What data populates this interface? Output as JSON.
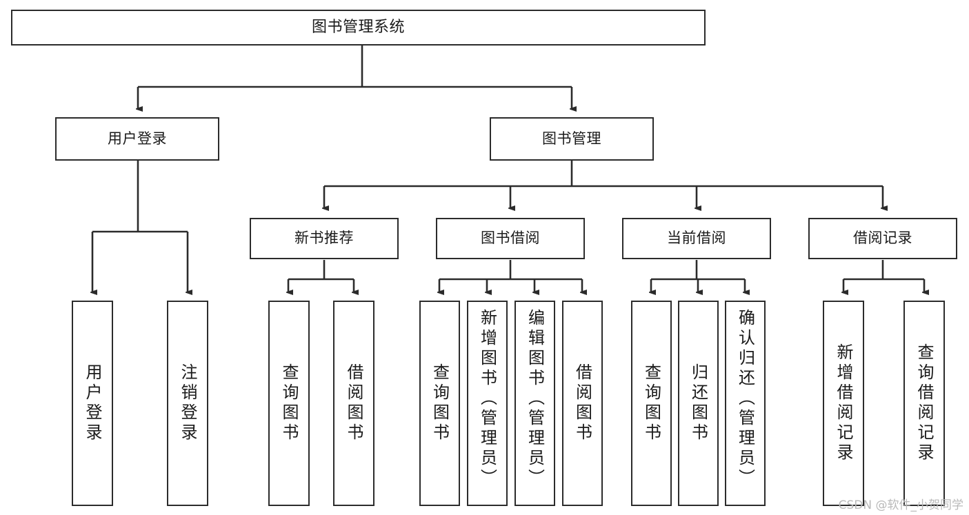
{
  "diagram": {
    "type": "tree-hierarchy-flowchart",
    "title": "图书管理系统",
    "stroke_color": "#2b2b2b",
    "background_color": "#ffffff",
    "text_color": "#1a1a1a"
  },
  "nodes": {
    "root": {
      "label": "图书管理系统",
      "level": 0
    },
    "level1": [
      {
        "id": "user-login",
        "label": "用户登录"
      },
      {
        "id": "book-manage",
        "label": "图书管理"
      }
    ],
    "level2": [
      {
        "id": "new-book-recommend",
        "label": "新书推荐"
      },
      {
        "id": "book-borrow",
        "label": "图书借阅"
      },
      {
        "id": "current-borrow",
        "label": "当前借阅"
      },
      {
        "id": "borrow-record",
        "label": "借阅记录"
      }
    ],
    "leaves": {
      "user_login": [
        {
          "id": "leaf-user-login",
          "label": "用户登录"
        },
        {
          "id": "leaf-logout-login",
          "label": "注销登录"
        }
      ],
      "new_book_recommend": [
        {
          "id": "leaf-query-book-1",
          "label": "查询图书"
        },
        {
          "id": "leaf-borrow-book-1",
          "label": "借阅图书"
        }
      ],
      "book_borrow": [
        {
          "id": "leaf-query-book-2",
          "label": "查询图书"
        },
        {
          "id": "leaf-add-book",
          "label": "新增图书（管理员）"
        },
        {
          "id": "leaf-edit-book",
          "label": "编辑图书（管理员）"
        },
        {
          "id": "leaf-borrow-book-2",
          "label": "借阅图书"
        }
      ],
      "current_borrow": [
        {
          "id": "leaf-query-book-3",
          "label": "查询图书"
        },
        {
          "id": "leaf-return-book",
          "label": "归还图书"
        },
        {
          "id": "leaf-confirm-return",
          "label": "确认归还（管理员）"
        }
      ],
      "borrow_record": [
        {
          "id": "leaf-add-record",
          "label": "新增借阅记录"
        },
        {
          "id": "leaf-query-record",
          "label": "查询借阅记录"
        }
      ]
    }
  },
  "watermark": {
    "text": "CSDN @软件_小贺同学",
    "color": "#b9b9b9"
  }
}
